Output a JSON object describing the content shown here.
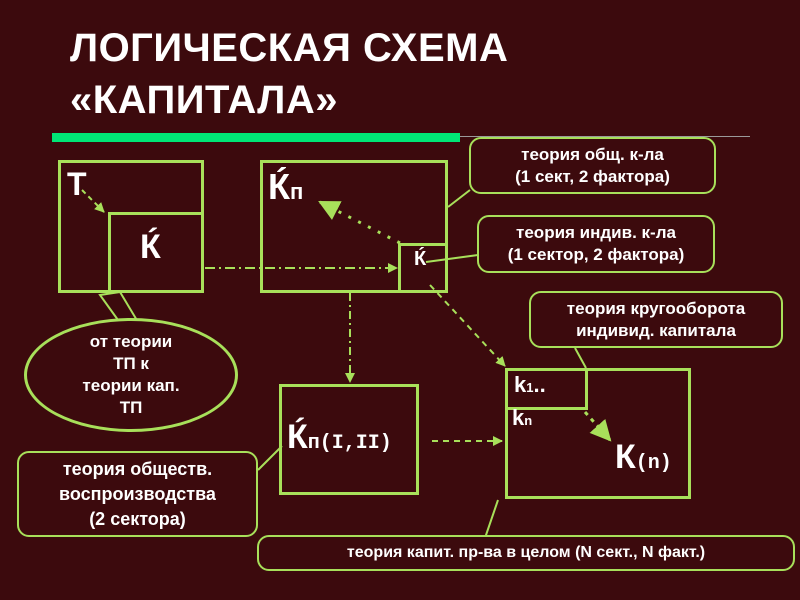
{
  "title": {
    "line1": "ЛОГИЧЕСКАЯ СХЕМА",
    "line2": "«КАПИТАЛА»"
  },
  "nodes": {
    "t": "Т",
    "k_inner": "Ќ",
    "k_p": "Ќ",
    "k_p_sub": "п",
    "k_small": "Ќ",
    "k_p12": "Ќ",
    "k_p12_sub": "п(I,II)",
    "k1": "k",
    "k1_sub": "1",
    "k1_dots": "..",
    "kn": "k",
    "kn_sub": "n",
    "k_n": "К",
    "k_n_sub": "(n)"
  },
  "callouts": {
    "general": {
      "line1": "теория общ. к-ла",
      "line2": "(1 сект, 2 фактора)"
    },
    "individual": {
      "line1": "теория индив. к-ла",
      "line2": "(1 сектор, 2 фактора)"
    },
    "circulation": {
      "line1": "теория кругооборота",
      "line2": "индивид. капитала"
    },
    "ellipse": {
      "line1": "от теории",
      "line2": "ТП к",
      "line3": "теории кап.",
      "line4": "ТП"
    },
    "social": {
      "line1": "теория обществ.",
      "line2": "воспроизводства",
      "line3": "(2 сектора)"
    },
    "whole": {
      "line1": "теория  капит. пр-ва  в  целом (N сект., N факт.)"
    }
  },
  "colors": {
    "background": "#3c0a0d",
    "box": "#a8e05a",
    "accent_bar": "#00e676",
    "text": "#ffffff"
  }
}
